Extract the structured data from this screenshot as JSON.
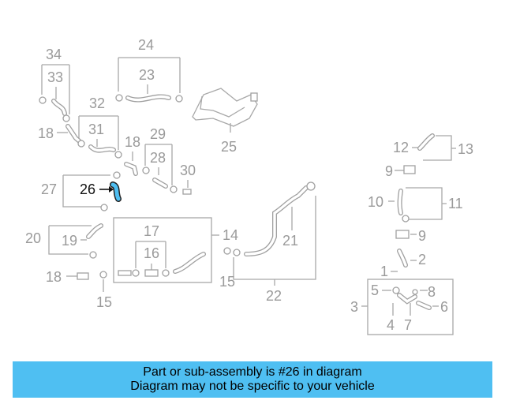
{
  "callouts": {
    "c1": "1",
    "c2": "2",
    "c3": "3",
    "c4": "4",
    "c5": "5",
    "c6": "6",
    "c7": "7",
    "c8": "8",
    "c9a": "9",
    "c9b": "9",
    "c10": "10",
    "c11": "11",
    "c12": "12",
    "c13": "13",
    "c14": "14",
    "c15a": "15",
    "c15b": "15",
    "c16": "16",
    "c17": "17",
    "c18a": "18",
    "c18b": "18",
    "c18c": "18",
    "c19": "19",
    "c20": "20",
    "c21": "21",
    "c22": "22",
    "c23": "23",
    "c24": "24",
    "c25": "25",
    "c26": "26",
    "c27": "27",
    "c28": "28",
    "c29": "29",
    "c30": "30",
    "c31": "31",
    "c32": "32",
    "c33": "33",
    "c34": "34"
  },
  "highlight": {
    "part": "26",
    "color": "#4fbff2"
  },
  "banner": {
    "line1": "Part or sub-assembly is #26 in diagram",
    "line2": "Diagram may not be specific to your vehicle",
    "background": "#4fbff2"
  }
}
